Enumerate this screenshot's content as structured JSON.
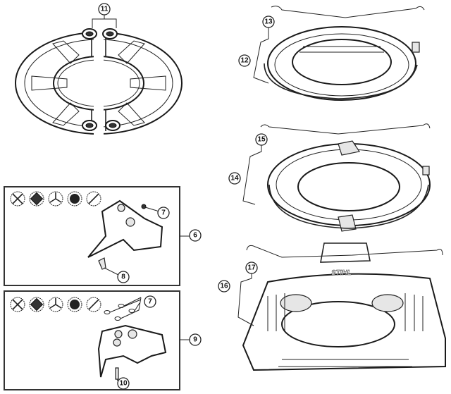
{
  "diagram": {
    "callouts": {
      "c11": "11",
      "c13": "13",
      "c12": "12",
      "c15": "15",
      "c14": "14",
      "c17": "17",
      "c16": "16",
      "c7a": "7",
      "c6": "6",
      "c8": "8",
      "c7b": "7",
      "c9": "9",
      "c10": "10"
    },
    "brand_mark": "STIHL",
    "tool_icons": [
      "mower-blade-4-icon",
      "square-blade-icon",
      "three-blade-icon",
      "disc-icon",
      "two-blade-icon"
    ]
  }
}
